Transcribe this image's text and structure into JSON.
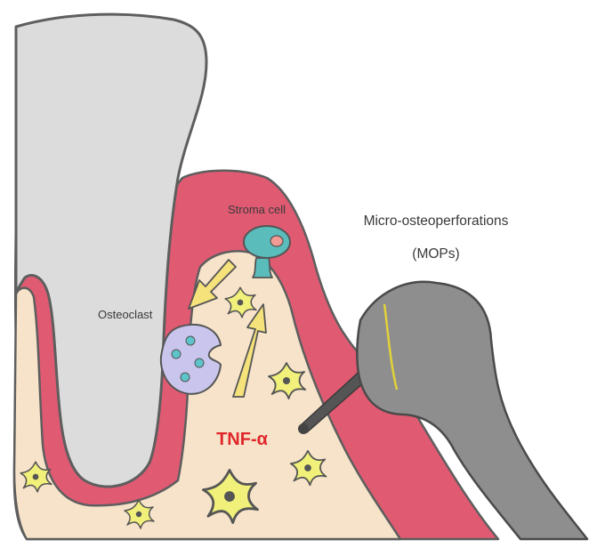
{
  "labels": {
    "stroma_cell": "Stroma cell",
    "osteoclast": "Osteoclast",
    "mops_line1": "Micro-osteoperforations",
    "mops_line2": "(MOPs)",
    "tnf": "TNF-α"
  },
  "colors": {
    "gingiva": "#e05a72",
    "bone": "#f6e3c9",
    "tooth": "#dcdcdc",
    "outline": "#5e5e5e",
    "cell_yellow": "#f0f07a",
    "arrow_yellow": "#f6e27a",
    "osteoclast": "#c9c5ec",
    "osteoclast_nuclei": "#5ec4cc",
    "stroma_cell": "#5bbcbc",
    "stroma_nucleus": "#f29a94",
    "tnf_text": "#e0272b",
    "device": "#8e8e8e",
    "device_band": "#e2d23a"
  }
}
